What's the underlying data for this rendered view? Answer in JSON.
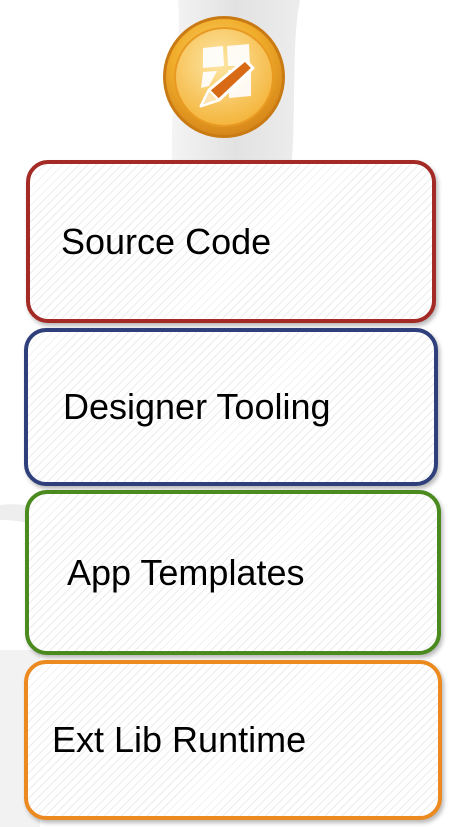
{
  "logo": {
    "icon": "pencil-grid-icon"
  },
  "colors": {
    "logo_outer": "#e8a020",
    "logo_inner": "#f7c94e",
    "backdrop": "#e6e6e6"
  },
  "components": [
    {
      "label": "Source Code",
      "border_color": "#a42a26"
    },
    {
      "label": "Designer Tooling",
      "border_color": "#2e3f7b"
    },
    {
      "label": "App Templates",
      "border_color": "#4b8a1e"
    },
    {
      "label": "Ext Lib Runtime",
      "border_color": "#ec8a1f"
    }
  ]
}
